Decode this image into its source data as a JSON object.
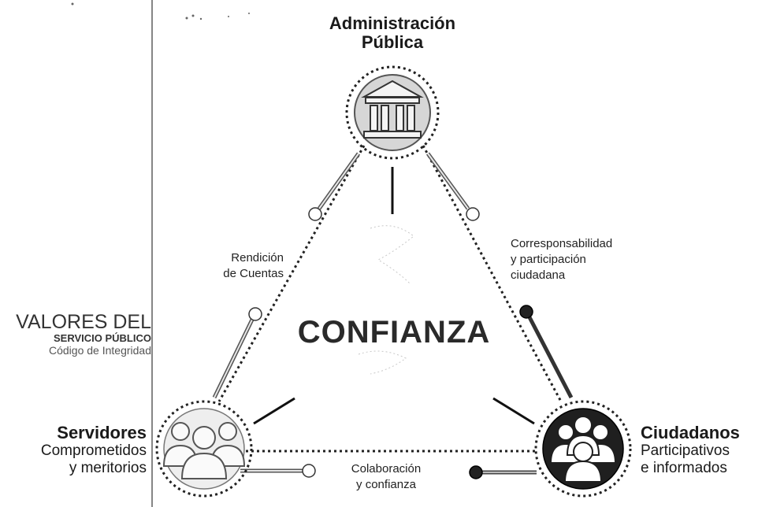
{
  "nodes": {
    "top": {
      "line1": "Administración",
      "line2": "Pública"
    },
    "left": {
      "title": "Servidores",
      "line1": "Comprometidos",
      "line2": "y meritorios"
    },
    "right": {
      "title": "Ciudadanos",
      "line1": "Participativos",
      "line2": "e informados"
    }
  },
  "edges": {
    "left": {
      "line1": "Rendición",
      "line2": "de Cuentas"
    },
    "right": {
      "line1": "Corresponsabilidad",
      "line2": "y participación",
      "line3": "ciudadana"
    },
    "bottom": {
      "line1": "Colaboración",
      "line2": "y confianza"
    }
  },
  "center": {
    "label": "CONFIANZA"
  },
  "valores": {
    "line1": "VALORES DEL",
    "line2": "SERVICIO PÚBLICO",
    "line3": "Código de Integridad"
  }
}
